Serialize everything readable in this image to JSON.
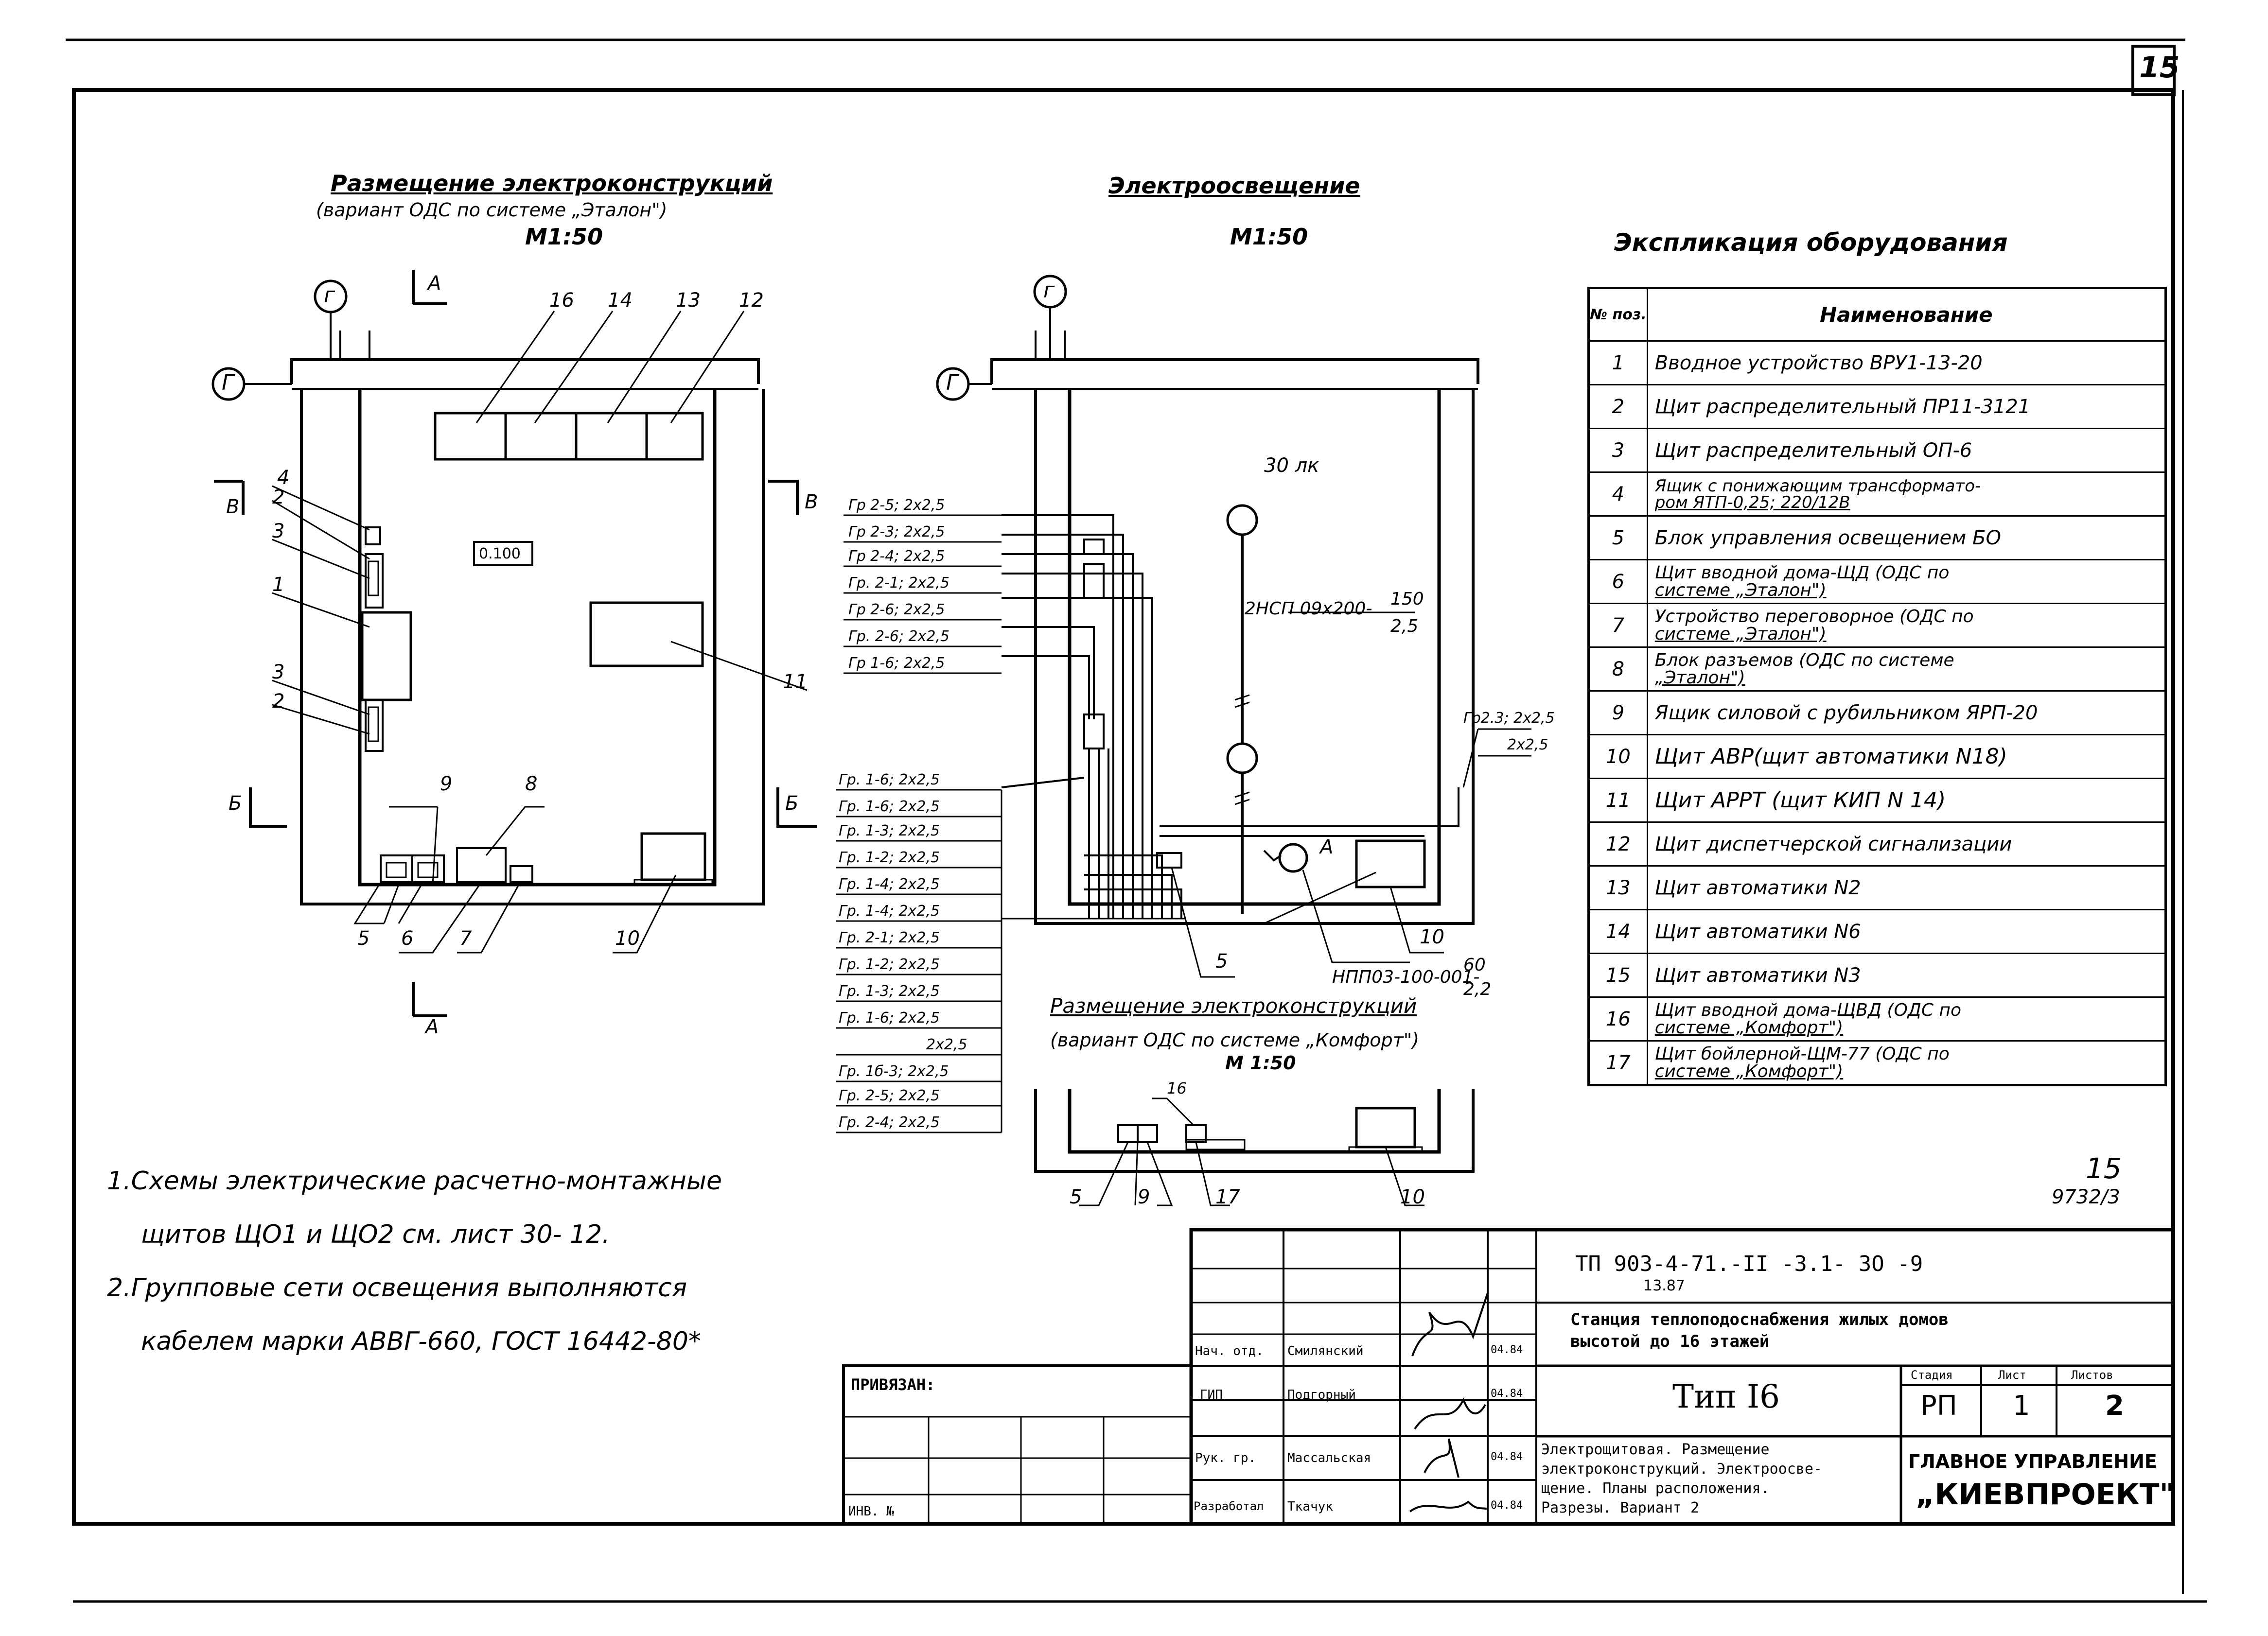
{
  "sheet": {
    "sheet_no": "15",
    "archive_no": "15",
    "archive_code": "9732/3"
  },
  "plan_left": {
    "title": "Размещение электроконструкций",
    "subtitle": "(вариант ОДС по системе „Эталон\")",
    "scale": "М1:50",
    "axis_num": "г",
    "axis_letter": "Г",
    "sections": [
      "А",
      "А",
      "В",
      "В",
      "Б",
      "Б"
    ],
    "room_tag": "0.100",
    "callouts": [
      "16",
      "14",
      "13",
      "12",
      "4",
      "2",
      "3",
      "1",
      "3",
      "2",
      "11",
      "9",
      "8",
      "5",
      "6",
      "7",
      "10"
    ]
  },
  "plan_center": {
    "title": "Электроосвещение",
    "scale": "М1:50",
    "axis_num": "г",
    "axis_letter": "Г",
    "lux": "30 лк",
    "lamp_label": "2НСП 09х200-",
    "lamp_frac_top": "150",
    "lamp_frac_bottom": "2,5",
    "fixture_label": "НПП03-100-001-",
    "fixture_frac_top": "60",
    "fixture_frac_bottom": "2,2",
    "fixture_mark": "А",
    "callouts": [
      "5",
      "10"
    ],
    "right_cables": [
      "Гр2.3; 2х2,5",
      "2х2,5"
    ],
    "cables_top": [
      "Гр 2-5; 2х2,5",
      "Гр 2-3; 2х2,5",
      "Гр 2-4; 2х2,5",
      "Гр. 2-1; 2х2,5",
      "Гр 2-6; 2х2,5",
      "Гр. 2-6; 2х2,5",
      "Гр 1-6; 2х2,5"
    ],
    "cables_bottom": [
      "Гр. 1-6; 2х2,5",
      "Гр. 1-6; 2х2,5",
      "Гр. 1-3; 2х2,5",
      "Гр. 1-2; 2х2,5",
      "Гр. 1-4; 2х2,5",
      "Гр. 1-4; 2х2,5",
      "Гр. 2-1; 2х2,5",
      "Гр. 1-2; 2х2,5",
      "Гр. 1-3; 2х2,5",
      "Гр. 1-6; 2х2,5",
      "2х2,5",
      "Гр. 1б-3; 2х2,5",
      "Гр. 2-5; 2х2,5",
      "Гр. 2-4; 2х2,5"
    ]
  },
  "plan_small": {
    "title": "Размещение электроконструкций",
    "subtitle": "(вариант ОДС по системе „Комфорт\")",
    "scale": "М 1:50",
    "callouts": [
      "16",
      "5",
      "9",
      "17",
      "10"
    ]
  },
  "explication": {
    "title": "Экспликация оборудования",
    "col_num": "№ поз.",
    "col_name": "Наименование",
    "rows": [
      {
        "n": "1",
        "name": "Вводное устройство ВРУ1-13-20"
      },
      {
        "n": "2",
        "name": "Щит распределительный ПР11-3121"
      },
      {
        "n": "3",
        "name": "Щит распределительный ОП-6"
      },
      {
        "n": "4",
        "name": "Ящик с понижающим трансформато-",
        "name2": "ром ЯТП-0,25; 220/12В"
      },
      {
        "n": "5",
        "name": "Блок управления освещением БО"
      },
      {
        "n": "6",
        "name": "Щит вводной дома-ЩД (ОДС по",
        "name2": "системе „Эталон\")"
      },
      {
        "n": "7",
        "name": "Устройство переговорное (ОДС по",
        "name2": "системе „Эталон\")"
      },
      {
        "n": "8",
        "name": "Блок разъемов (ОДС по системе",
        "name2": "„Эталон\")"
      },
      {
        "n": "9",
        "name": "Ящик силовой с рубильником ЯРП-20"
      },
      {
        "n": "10",
        "name": "Щит АВР(щит автоматики N18)"
      },
      {
        "n": "11",
        "name": "Щит АРРТ (щит КИП N 14)"
      },
      {
        "n": "12",
        "name": "Щит диспетчерской сигнализации"
      },
      {
        "n": "13",
        "name": "Щит автоматики N2"
      },
      {
        "n": "14",
        "name": "Щит автоматики N6"
      },
      {
        "n": "15",
        "name": "Щит автоматики N3"
      },
      {
        "n": "16",
        "name": "Щит вводной дома-ЩВД (ОДС по",
        "name2": "системе „Комфорт\")"
      },
      {
        "n": "17",
        "name": "Щит бойлерной-ЩМ-77 (ОДС по",
        "name2": "системе „Комфорт\")"
      }
    ]
  },
  "notes": [
    "1.Схемы электрические расчетно-монтажные",
    "щитов  ЩО1 и ЩО2  см. лист  30- 12.",
    "2.Групповые сети освещения выполняются",
    "кабелем марки АВВГ-660, ГОСТ 16442-80*"
  ],
  "title_block": {
    "doc_code": "ТП  903-4-71.-II -3.1- 3О -9",
    "doc_sub": "13.87",
    "station": "Станция теплоподоснабжения жилых домов",
    "station2": "высотой до 16 этажей",
    "type": "Тип I6",
    "stage_h": "Стадия",
    "sheet_h": "Лист",
    "sheets_h": "Листов",
    "stage": "РП",
    "sheet": "1",
    "sheets": "2",
    "description": [
      "Электрощитовая. Размещение",
      "электроконструкций. Электроосве-",
      "щение. Планы расположения.",
      "Разрезы. Вариант 2"
    ],
    "org1": "ГЛАВНОЕ УПРАВЛЕНИЕ",
    "org2": "„КИЕВПРОЕКТ\"",
    "bound": "ПРИВЯЗАН:",
    "inv": "ИНВ. №",
    "staff": [
      {
        "role": "Нач. отд.",
        "name": "Смилянский",
        "date": "04.84"
      },
      {
        "role": "ГИП",
        "name": "Подгорный",
        "date": "04.84"
      },
      {
        "role": "Рук. гр.",
        "name": "Массальская",
        "date": "04.84"
      },
      {
        "role": "Разработал",
        "name": "Ткачук",
        "date": "04.84"
      }
    ]
  }
}
